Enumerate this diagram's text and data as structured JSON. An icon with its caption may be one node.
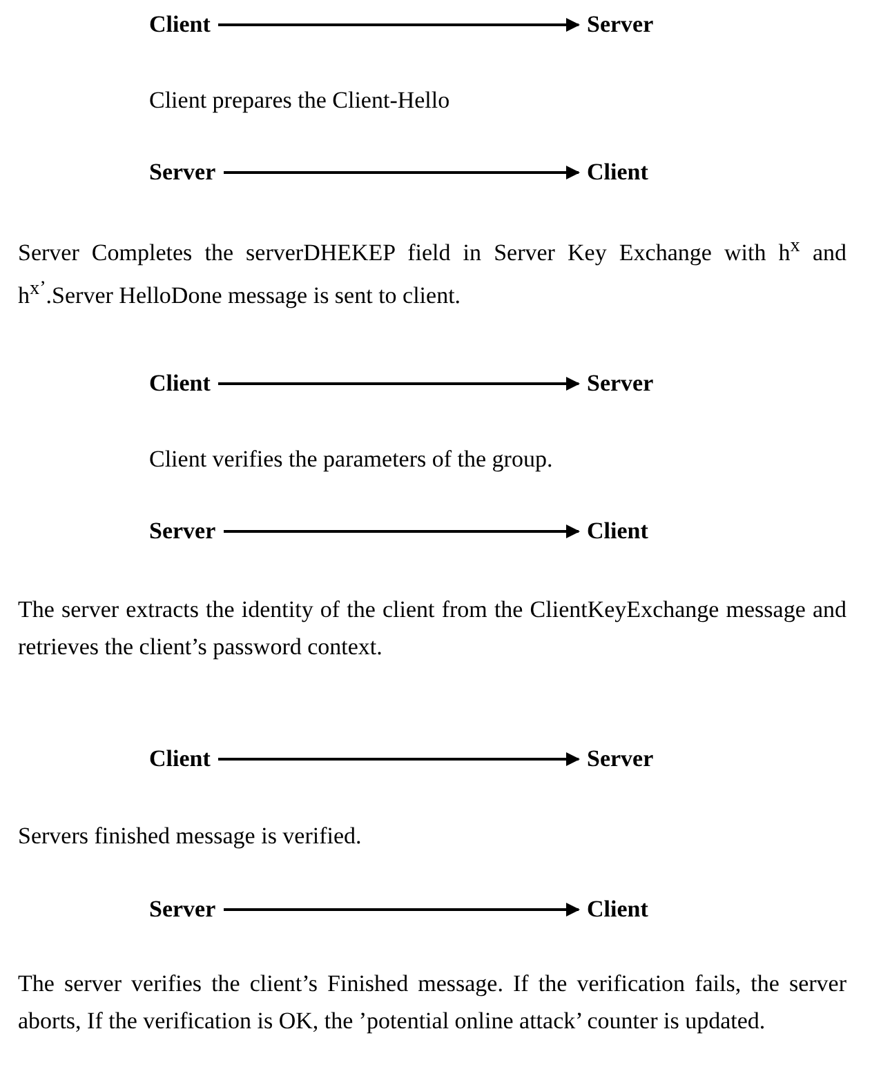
{
  "diagram": {
    "nodes": [
      {
        "text": [
          "Client"
        ]
      },
      {
        "text": [
          "Server"
        ]
      },
      {
        "text": [
          "Server"
        ]
      },
      {
        "text": [
          "Client"
        ]
      },
      {
        "text": [
          "Client"
        ]
      },
      {
        "text": [
          "Server"
        ]
      },
      {
        "text": [
          "Server"
        ]
      },
      {
        "text": [
          "Client"
        ]
      },
      {
        "text": [
          "Client"
        ]
      },
      {
        "text": [
          "Server"
        ]
      },
      {
        "text": [
          "Server"
        ]
      },
      {
        "text": [
          "Client"
        ]
      }
    ],
    "edges": [
      {
        "from": 0,
        "to": 1,
        "arrow": "to"
      },
      {
        "from": 2,
        "to": 3,
        "arrow": "to"
      },
      {
        "from": 4,
        "to": 5,
        "arrow": "to"
      },
      {
        "from": 6,
        "to": 7,
        "arrow": "to"
      },
      {
        "from": 8,
        "to": 9,
        "arrow": "to"
      },
      {
        "from": 10,
        "to": 11,
        "arrow": "to"
      }
    ],
    "labels": [
      "Client prepares the Client-Hello",
      "Server Completes the serverDHEKEP field in Server Key Exchange with h$^{x}$ and h$^{x’}$.Server HelloDone message is sent to client.",
      "Client verifies the parameters of the group.",
      "The server extracts the identity of the client from the ClientKeyExchange message and retrieves the client’s password context.",
      "Servers finished message is verified.",
      "The server verifies the client’s Finished message. If the verification fails, the server aborts, If the verification is OK, the ’potential online attack’ counter is updated."
    ]
  }
}
